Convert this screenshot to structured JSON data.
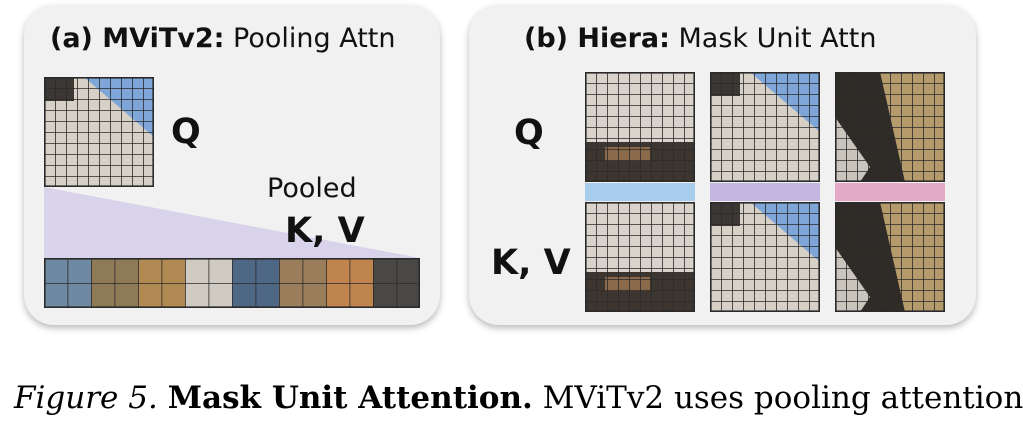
{
  "panel_a": {
    "title_bold": "(a) MViTv2:",
    "title_rest": " Pooling Attn",
    "q_label": "Q",
    "pooled_label": "Pooled",
    "kv_label": "K, V"
  },
  "panel_b": {
    "title_bold": "(b) Hiera:",
    "title_rest": " Mask Unit Attn",
    "q_label": "Q",
    "kv_label": "K, V"
  },
  "colors": {
    "panel_bg": "#f1f1f1",
    "trapezoid": "#d8d2ea",
    "unit_bar_1": "#a9cdec",
    "unit_bar_2": "#c3b6e0",
    "unit_bar_3": "#e4a9c6",
    "grid_lines": "#2a2a2a",
    "sky_blue": "#7ea6d9"
  },
  "caption": {
    "figure_label": "Figure 5.",
    "bold": "Mask Unit Attention.",
    "rest": "MViTv2 uses pooling attention"
  }
}
